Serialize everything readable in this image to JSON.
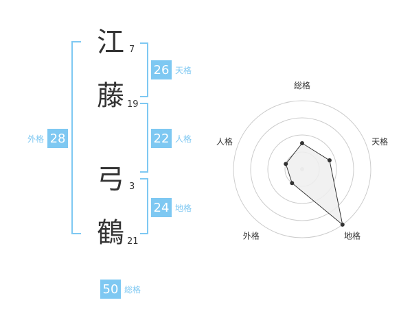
{
  "name": [
    {
      "char": "江",
      "strokes": "7"
    },
    {
      "char": "藤",
      "strokes": "19"
    },
    {
      "char": "弓",
      "strokes": "3"
    },
    {
      "char": "鶴",
      "strokes": "21"
    }
  ],
  "kaku": {
    "tenkaku": {
      "value": "26",
      "label": "天格"
    },
    "jinkaku": {
      "value": "22",
      "label": "人格"
    },
    "chikaku": {
      "value": "24",
      "label": "地格"
    },
    "gaikaku": {
      "value": "28",
      "label": "外格"
    },
    "soukaku": {
      "value": "50",
      "label": "総格"
    }
  },
  "colors": {
    "accent": "#7ec8f2",
    "text": "#333333",
    "grid": "#cccccc",
    "fill": "#eeeeee"
  },
  "chart_data": {
    "type": "radar",
    "axes": [
      "総格",
      "天格",
      "地格",
      "外格",
      "人格"
    ],
    "values": [
      0.38,
      0.42,
      1.0,
      0.25,
      0.25
    ],
    "rings": 4
  }
}
